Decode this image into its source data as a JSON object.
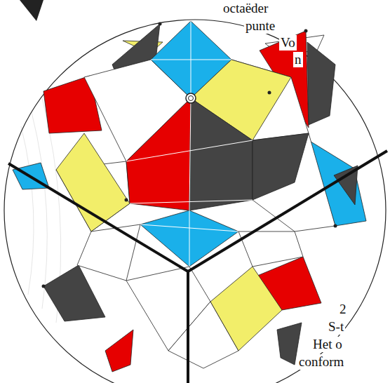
{
  "diagram": {
    "labels": [
      "octaëder",
      "punte",
      "Vo",
      "n",
      "2",
      "S-t",
      "Het o",
      "conform"
    ]
  }
}
